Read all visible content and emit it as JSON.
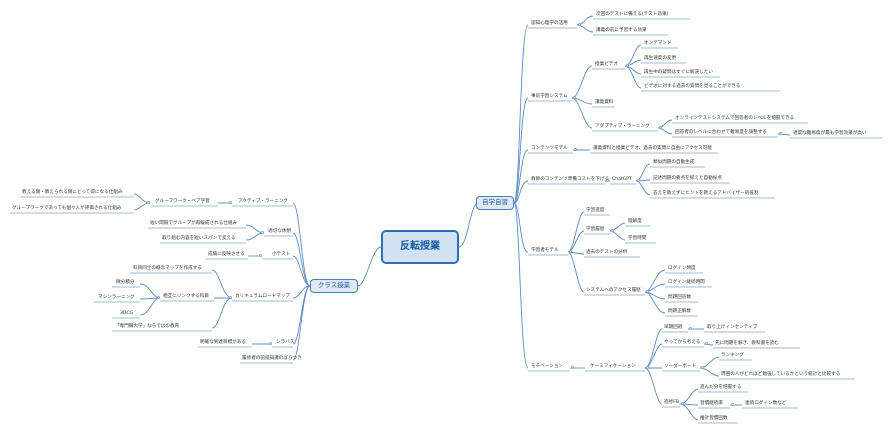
{
  "center": "反転授業",
  "right_branch": {
    "label": "自学自習",
    "children": {
      "cognitive": {
        "label": "認知心理学の活用",
        "items": [
          "次回のテストに備える(テスト効果)",
          "講義の前に予習する効果"
        ]
      },
      "prelearning": {
        "label": "事前学習システム",
        "video": {
          "label": "授業ビデオ",
          "items": [
            "オンデマンド",
            "再生速度の変更",
            "再生中の疑問はすぐに解決したい",
            "ビデオに対する過去の質問を見ることができる"
          ]
        },
        "materials": "講義資料",
        "adaptive": {
          "label": "アダプティブ・ラーニング",
          "items": [
            "オンラインテストシステムで回答者のレベルを把握できる",
            "回答者のレベルに合わせて難易度を調整する"
          ],
          "note": "適度な難易度が最も学習効果が高い"
        }
      },
      "content_model": {
        "label": "コンテンツモデル",
        "item": "講義資料と授業ビデオ、過去の質問に自由にアクセス可能"
      },
      "cost": {
        "label": "教師のコンテンツ準備コストを下げる",
        "chatgpt": "ChatGPT",
        "items": [
          "類似問題の自動生成",
          "記述問題の要点を抑えた自動採点",
          "答えを教えずにヒントを教えるアドバイザー的役割"
        ]
      },
      "learner_model": {
        "label": "学習者モデル",
        "progress": "学習進度",
        "history": "学習履歴",
        "history_items": [
          "理解度",
          "学習時間"
        ],
        "past_tests": "過去のテストの分析",
        "access": {
          "label": "システムへのアクセス履歴",
          "items": [
            "ログイン頻度",
            "ログイン継続時間",
            "問題回答数",
            "問題正解数"
          ]
        }
      },
      "motivation": {
        "label": "モチベーション",
        "gamification": {
          "label": "ゲーミフィケーション",
          "early": "早期回避",
          "early_note": "取り上げインセンティブ",
          "try_first": "やってから考える",
          "try_note": "先に問題を解き、教科書を読む",
          "leaderboard": "リーダーボード",
          "lb_items": [
            "ランキング",
            "周囲の人がどれほど勉強しているかという統計と比較する"
          ],
          "fb": "進捗FB",
          "fb_items": [
            "進んだ分を把握する",
            "習慣継続率",
            "推計習慣回数"
          ],
          "fb_note": "連続ログイン数など"
        }
      }
    }
  },
  "left_branch": {
    "label": "クラス授業",
    "children": {
      "active": {
        "label": "アクティブ・ラーニング",
        "group": "グループワーク・ペア学習",
        "group_items": [
          "教える側・教えられる側にとって得になる仕組み",
          "グループワークであっても個々人が評価される仕組み"
        ]
      },
      "break": {
        "label": "適切な休憩",
        "items": [
          "短い間隔でグループが再編成される仕組み",
          "取り組む内容を短いスパンで変える"
        ]
      },
      "test": {
        "label": "小テスト",
        "item": "成績に反映させる"
      },
      "curriculum": {
        "label": "カリキュラムロードマップ",
        "map": "科目同士の概念マップを作成する",
        "link": "相互にリンクする科目",
        "link_items": [
          "微分積分",
          "マシンラーニング",
          "3DCG"
        ],
        "special": "「専門職大学」ならではの教育"
      },
      "syllabus": {
        "label": "シラバス",
        "item": "明確な到達目標がある"
      },
      "variance": "履修者の前提知識のばらつき"
    }
  }
}
